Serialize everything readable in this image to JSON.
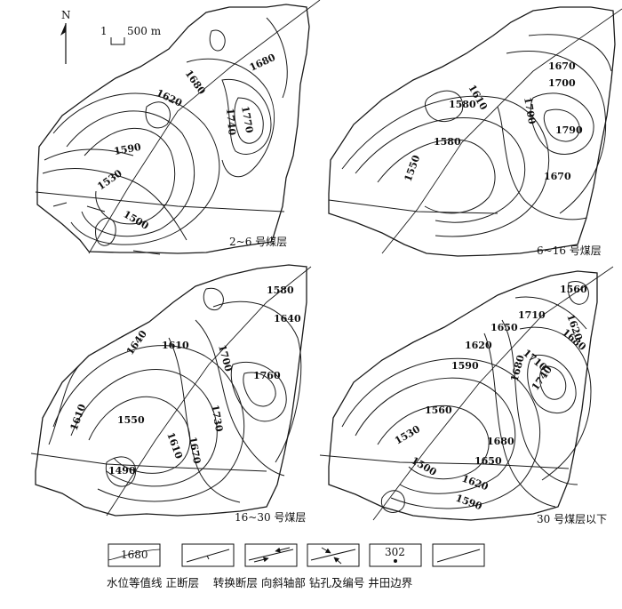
{
  "north_label": "N",
  "scale": {
    "value": "1",
    "unit": "500 m"
  },
  "panels": [
    {
      "title": "2~6 号煤层",
      "contour_labels": [
        "1680",
        "1680",
        "1620",
        "1770",
        "1740",
        "1590",
        "1530",
        "1500"
      ]
    },
    {
      "title": "6~16 号煤层",
      "contour_labels": [
        "1670",
        "1700",
        "1610",
        "1580",
        "1700",
        "1790",
        "1580",
        "1550",
        "1670"
      ]
    },
    {
      "title": "16~30 号煤层",
      "contour_labels": [
        "1580",
        "1640",
        "1640",
        "1610",
        "1700",
        "1760",
        "1730",
        "1550",
        "1670",
        "1610",
        "1610",
        "1490"
      ]
    },
    {
      "title": "30 号煤层以下",
      "contour_labels": [
        "1560",
        "1710",
        "1650",
        "1620",
        "1620",
        "1590",
        "1680",
        "1710",
        "1680",
        "1740",
        "1560",
        "1530",
        "1500",
        "1680",
        "1650",
        "1620",
        "1590"
      ]
    }
  ],
  "legend": {
    "items": [
      {
        "symbol": "contour",
        "sample": "1680"
      },
      {
        "symbol": "normal-fault"
      },
      {
        "symbol": "transfer-fault"
      },
      {
        "symbol": "syncline-axis"
      },
      {
        "symbol": "borehole",
        "sample": "302"
      },
      {
        "symbol": "mine-boundary"
      }
    ],
    "caption": "水位等值线 正断层    转换断层 向斜轴部 钻孔及编号 井田边界"
  }
}
